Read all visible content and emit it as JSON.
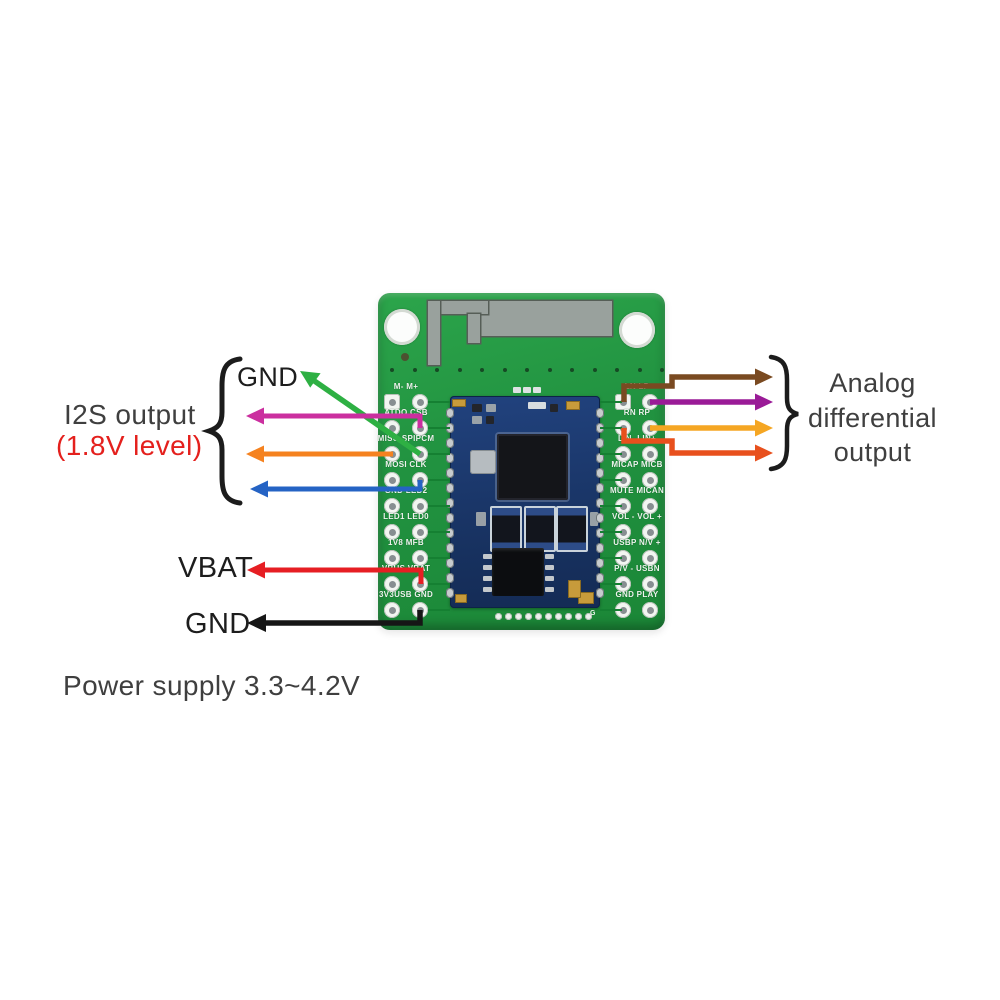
{
  "annotations": {
    "gnd_top": "GND",
    "i2s_title": "I2S output",
    "i2s_subtitle": "(1.8V level)",
    "analog_lines": [
      "Analog",
      "differential",
      "output"
    ],
    "vbat": "VBAT",
    "gnd_bottom": "GND",
    "power_supply": "Power supply 3.3~4.2V"
  },
  "board": {
    "left_pin_labels": [
      "M- M+",
      "ATDO CSB",
      "MISO SPIPCM",
      "MOSI CLK",
      "GND LED2",
      "LED1 LED0",
      "1V8 MFB",
      "VBUS VBAT",
      "3V3USB GND"
    ],
    "right_pin_labels": [
      "LN LP",
      "RN RP",
      "LIN- LIN+",
      "MICAP MICB",
      "MUTE MICAN",
      "VOL - VOL +",
      "USBP N/V +",
      "P/V - USBN",
      "GND PLAY"
    ],
    "bottom_row_label": "G"
  },
  "colors": {
    "board_green": "#219240",
    "module_blue": "#1c3b72",
    "silkscreen": "#eef4ee",
    "label_dark": "#3f3f3f",
    "label_black": "#1d1d1d",
    "level_red": "#e4201d",
    "brace_dark": "#1c1c1c",
    "arrow_green": "#2eb043",
    "arrow_magenta": "#cb2f9f",
    "arrow_orange": "#f5821f",
    "arrow_blue": "#2563c4",
    "arrow_red": "#e61e23",
    "arrow_black": "#161616",
    "arrow_brown": "#7a4a21",
    "arrow_purple": "#9a1b97",
    "arrow_amber": "#f5a623",
    "arrow_redorange": "#e8501d"
  }
}
